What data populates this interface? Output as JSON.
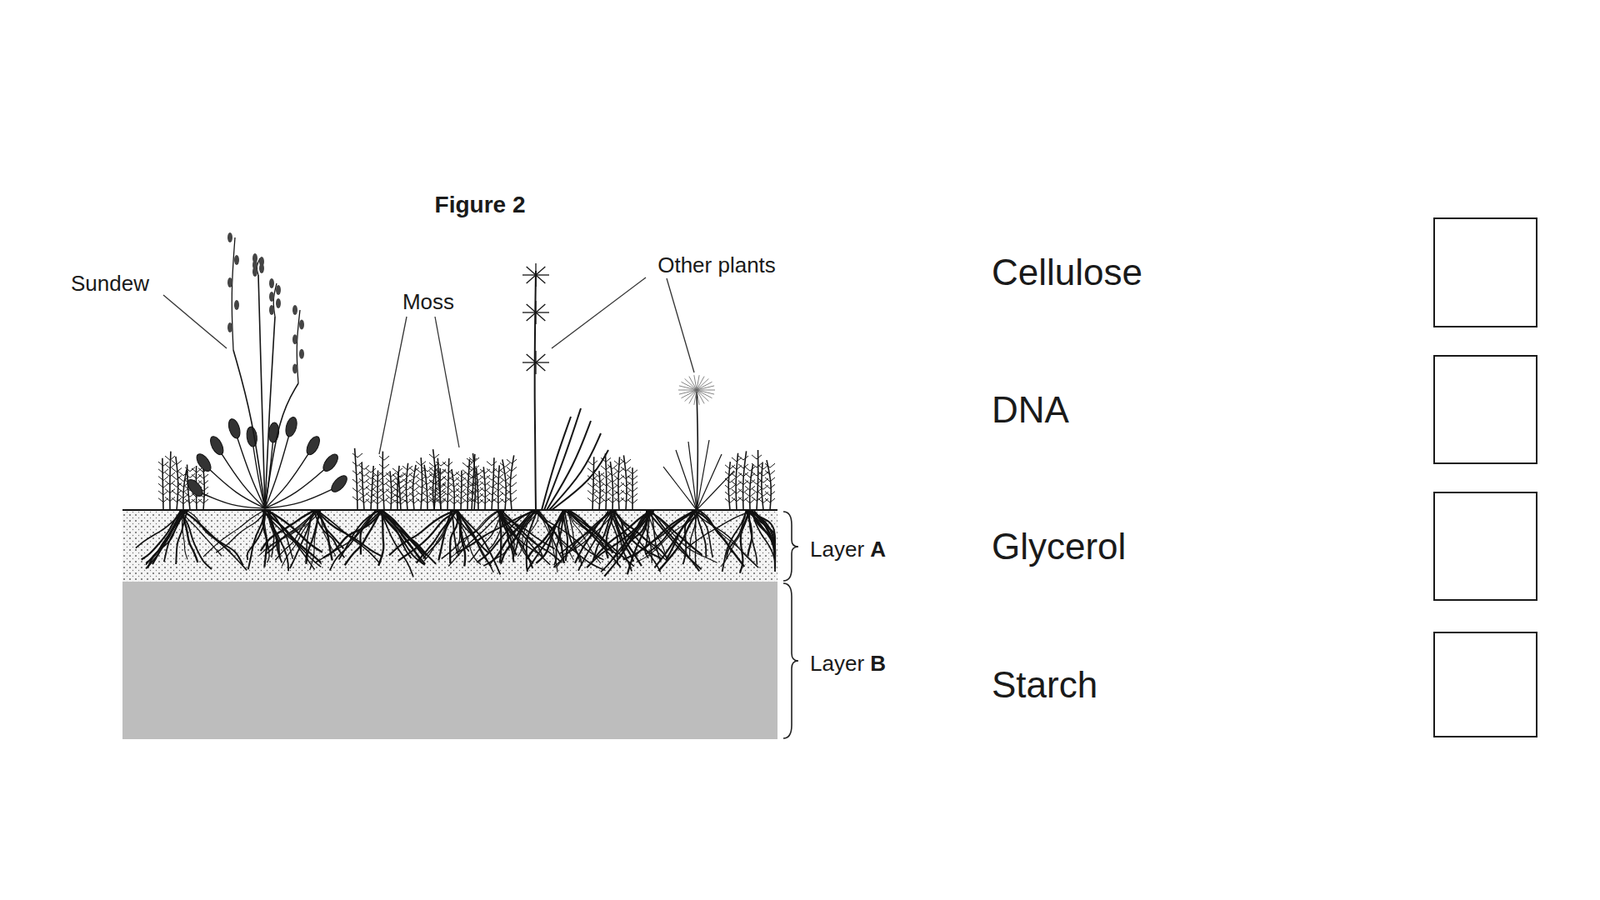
{
  "diagram": {
    "title": "Figure 2",
    "nodes": [
      {
        "text": [
          "Cellulose"
        ]
      },
      {
        "text": [
          "DNA"
        ]
      },
      {
        "text": [
          "Glycerol"
        ]
      },
      {
        "text": [
          "Starch"
        ]
      }
    ],
    "labels": [
      "Sundew",
      "Moss",
      "Other plants",
      "Layer A",
      "Layer B"
    ]
  }
}
